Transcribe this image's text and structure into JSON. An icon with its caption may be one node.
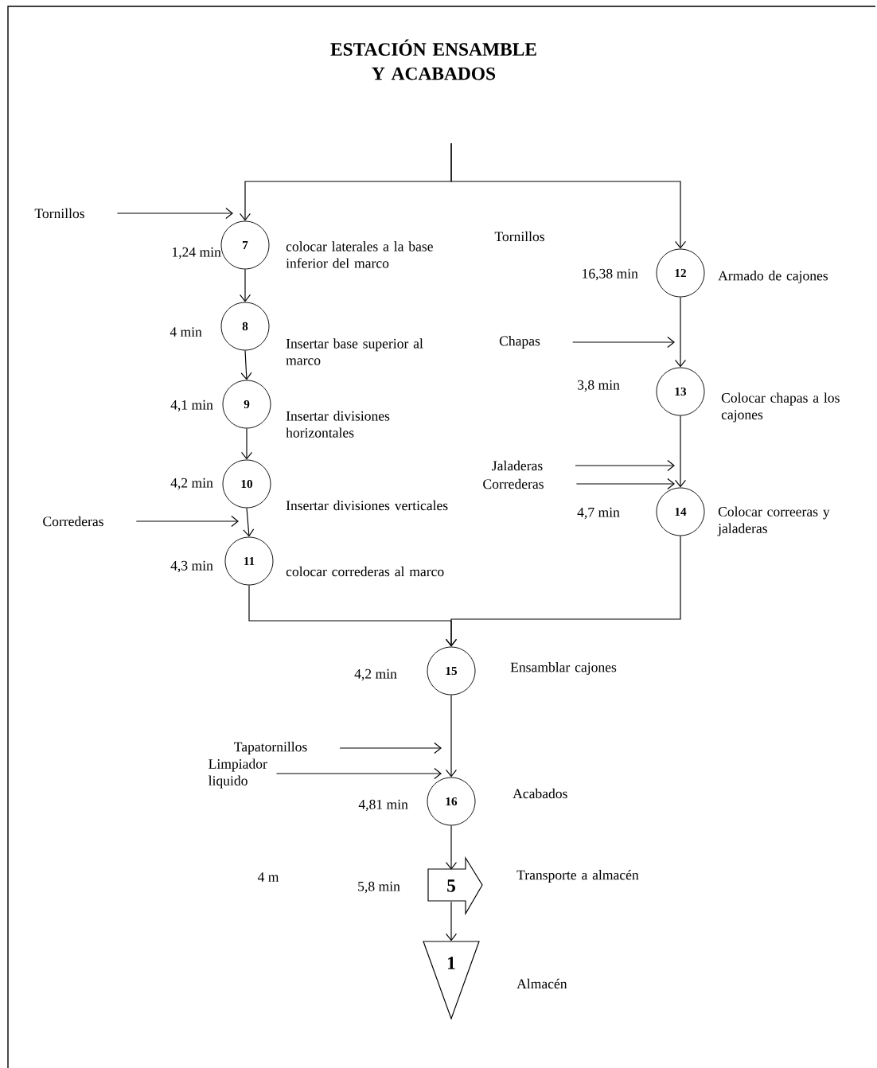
{
  "diagram": {
    "title": "ESTACIÓN ENSAMBLE Y ACABADOS",
    "nodes": [
      {
        "text": [
          "Tornillos"
        ]
      },
      {
        "text": [
          "7"
        ],
        "beside": [
          "1,24 min",
          "colocar laterales a la base inferior del marco"
        ]
      },
      {
        "text": [
          "8"
        ],
        "beside": [
          "4 min",
          "Insertar base superior al marco"
        ]
      },
      {
        "text": [
          "9"
        ],
        "beside": [
          "4,1 min",
          "Insertar divisiones horizontales"
        ]
      },
      {
        "text": [
          "10"
        ],
        "beside": [
          "4,2 min",
          "Insertar divisiones verticales"
        ]
      },
      {
        "text": [
          "Correderas"
        ]
      },
      {
        "text": [
          "11"
        ],
        "beside": [
          "4,3 min",
          "colocar correderas al marco"
        ]
      },
      {
        "text": [
          "12"
        ],
        "beside": [
          "16,38 min",
          "Armado de cajones"
        ]
      },
      {
        "text": [
          "Chapas"
        ]
      },
      {
        "text": [
          "13"
        ],
        "beside": [
          "3,8 min",
          "Colocar chapas a los cajones"
        ]
      },
      {
        "text": [
          "Jaladeras"
        ]
      },
      {
        "text": [
          "Correderas"
        ]
      },
      {
        "text": [
          "14"
        ],
        "beside": [
          "4,7 min",
          "Colocar correeras y jaladeras"
        ]
      },
      {
        "text": [
          "15"
        ],
        "beside": [
          "4,2 min",
          "Ensamblar cajones"
        ]
      },
      {
        "text": [
          "Tapatornillos"
        ]
      },
      {
        "text": [
          "Limpiador liquido"
        ]
      },
      {
        "text": [
          "16"
        ],
        "beside": [
          "4,81 min",
          "Acabados"
        ]
      },
      {
        "text": [
          "5"
        ],
        "beside": [
          "5,8 min",
          "Transporte a almacén"
        ]
      },
      {
        "text": [
          "1"
        ],
        "beside": [
          "Almacén"
        ]
      }
    ],
    "edges": [
      {
        "from": null,
        "to": 1,
        "arrow": "to"
      },
      {
        "from": null,
        "to": 7,
        "arrow": "to"
      },
      {
        "from": 0,
        "to": 1,
        "arrow": "to"
      },
      {
        "from": 1,
        "to": 2,
        "arrow": "to"
      },
      {
        "from": 2,
        "to": 3,
        "arrow": "to"
      },
      {
        "from": 3,
        "to": 4,
        "arrow": "to"
      },
      {
        "from": 4,
        "to": 6,
        "arrow": "to"
      },
      {
        "from": 5,
        "to": 6,
        "arrow": "to"
      },
      {
        "from": 7,
        "to": 9,
        "arrow": "to"
      },
      {
        "from": 8,
        "to": 9,
        "arrow": "to"
      },
      {
        "from": 9,
        "to": 12,
        "arrow": "to"
      },
      {
        "from": 10,
        "to": 12,
        "arrow": "to"
      },
      {
        "from": 11,
        "to": 12,
        "arrow": "to"
      },
      {
        "from": 6,
        "to": 13,
        "arrow": "to"
      },
      {
        "from": 12,
        "to": 13,
        "arrow": "to"
      },
      {
        "from": 13,
        "to": 16,
        "arrow": "to"
      },
      {
        "from": 14,
        "to": 16,
        "arrow": "to"
      },
      {
        "from": 15,
        "to": 16,
        "arrow": "to"
      },
      {
        "from": 16,
        "to": 17,
        "arrow": "to"
      },
      {
        "from": 17,
        "to": 18,
        "arrow": "to"
      }
    ],
    "labels": [
      "Tornillos",
      "4 m"
    ]
  }
}
